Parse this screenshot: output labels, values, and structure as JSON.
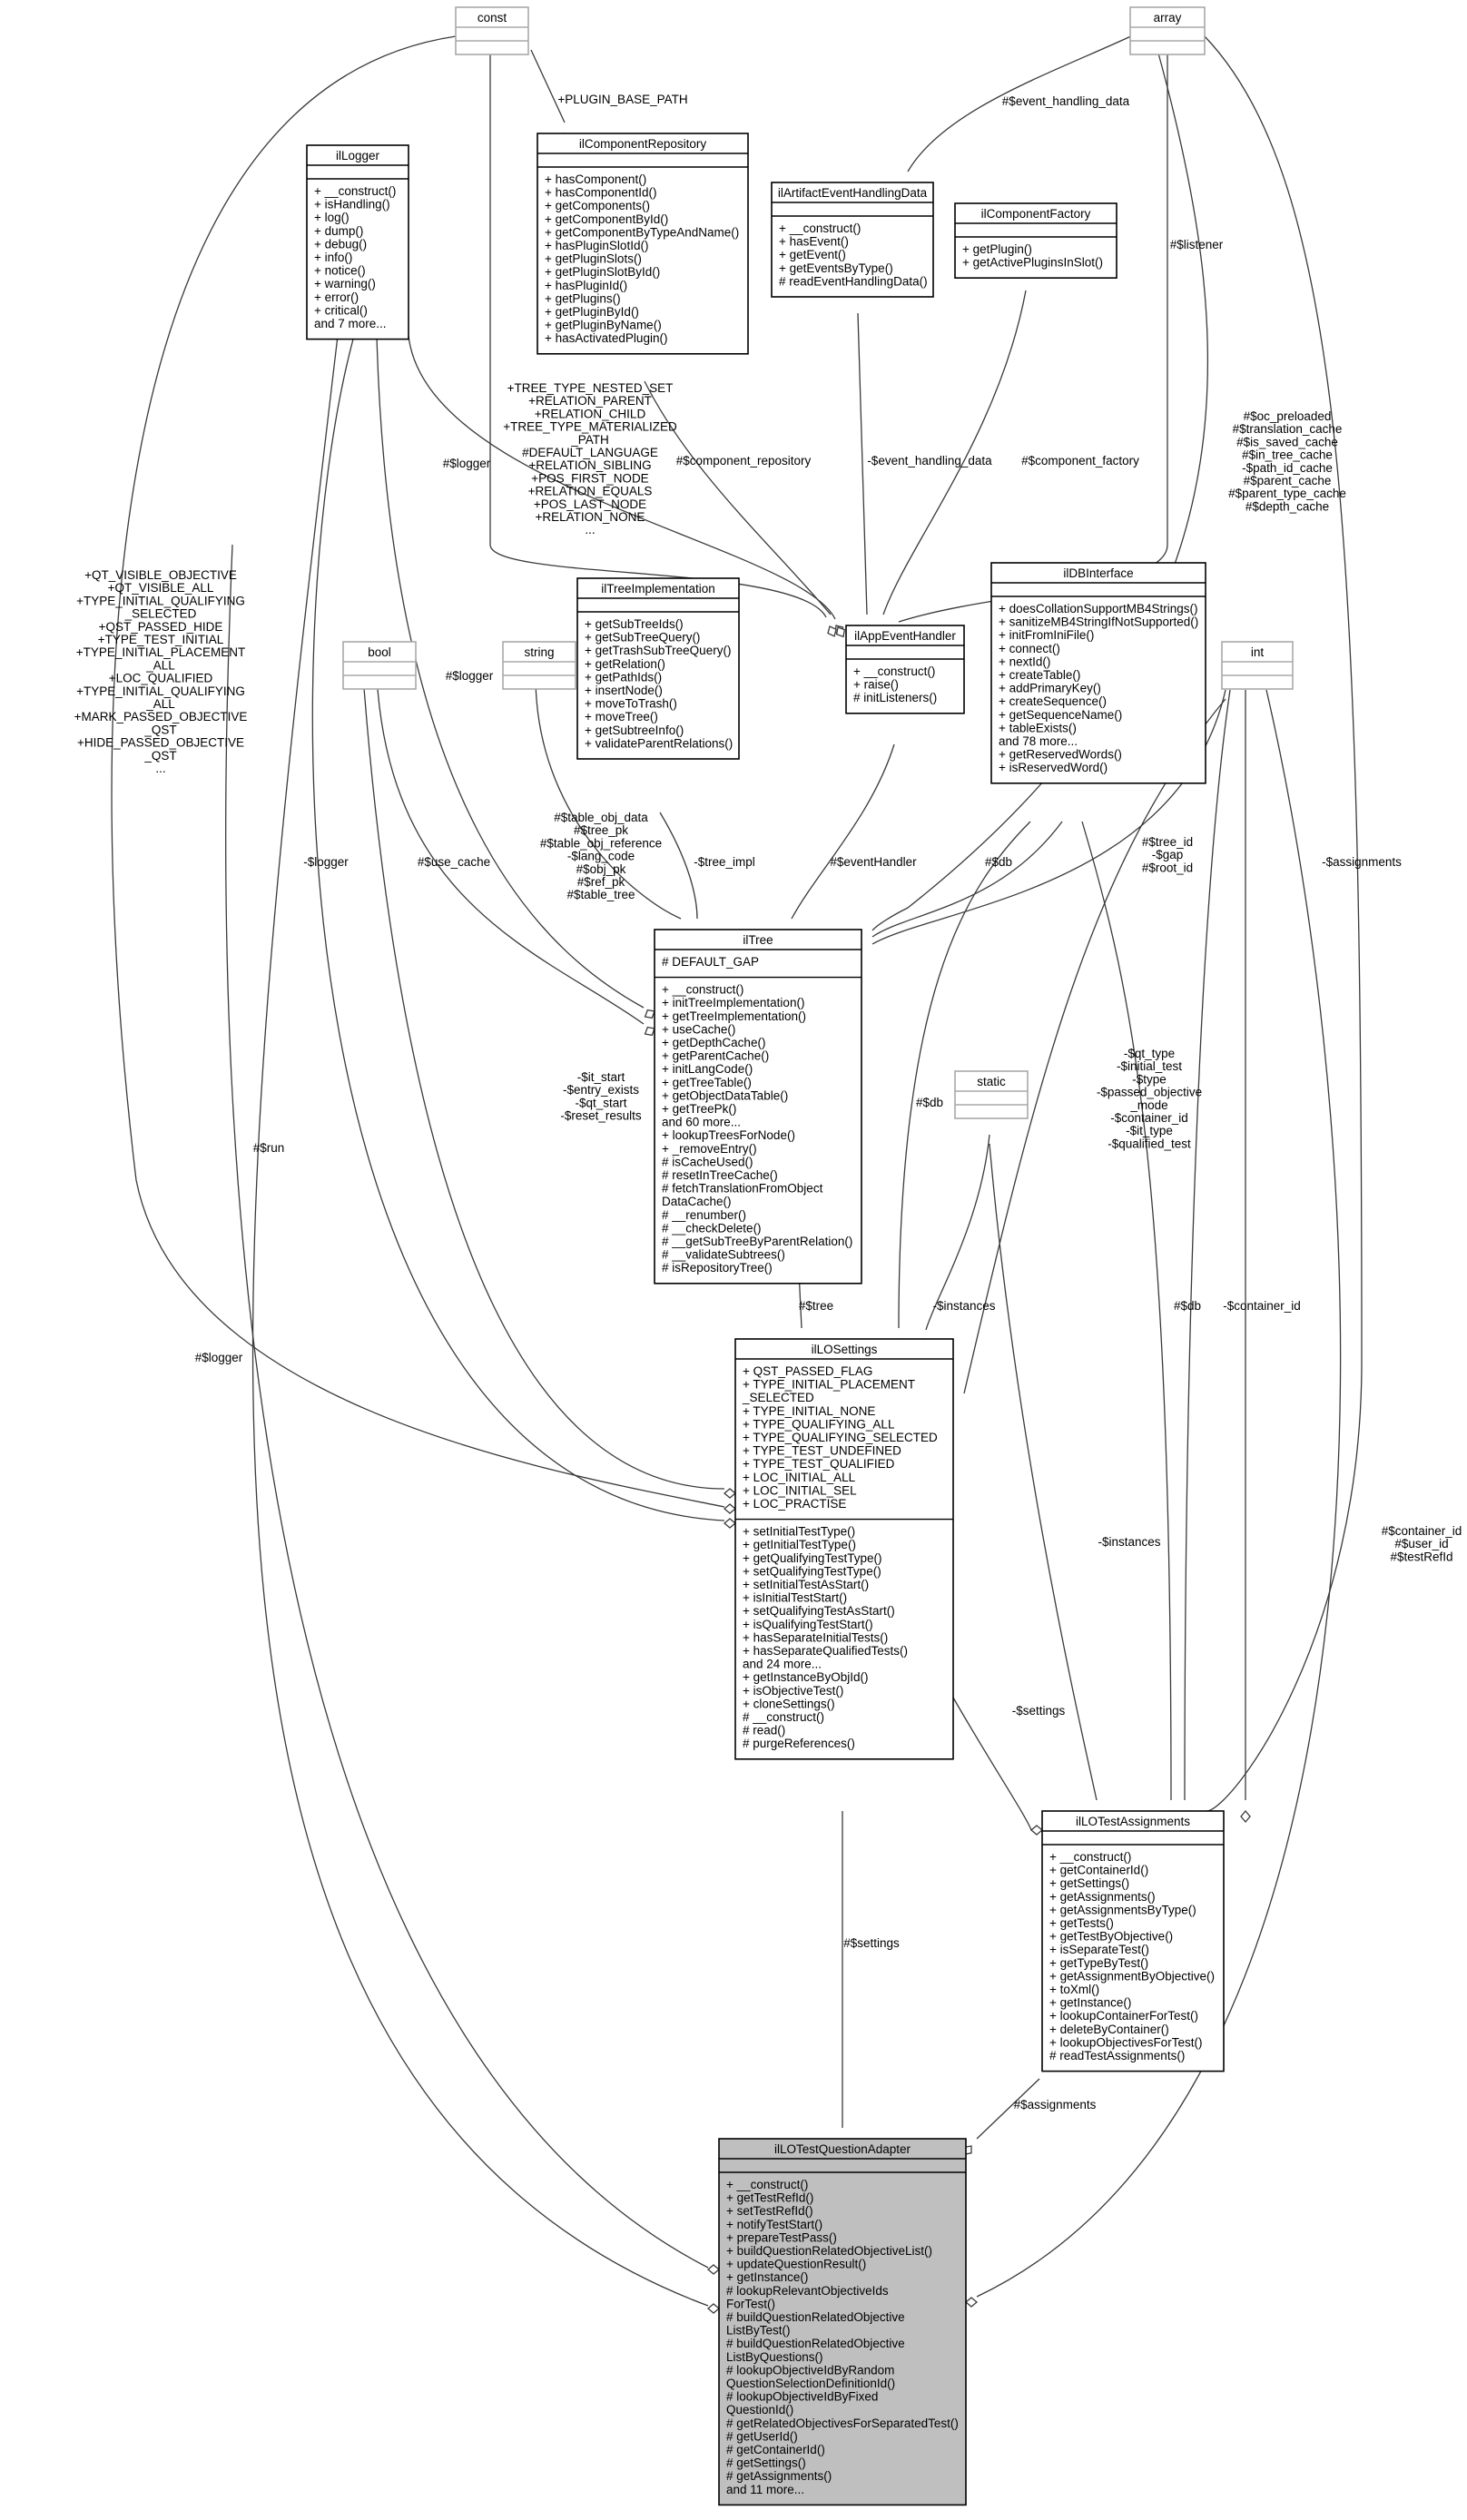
{
  "classes": {
    "const": {
      "name": "const",
      "attrs": [],
      "methods": []
    },
    "array": {
      "name": "array",
      "attrs": [],
      "methods": []
    },
    "bool": {
      "name": "bool",
      "attrs": [],
      "methods": []
    },
    "string": {
      "name": "string",
      "attrs": [],
      "methods": []
    },
    "int": {
      "name": "int",
      "attrs": [],
      "methods": []
    },
    "static": {
      "name": "static",
      "attrs": [],
      "methods": []
    },
    "ilLogger": {
      "name": "ilLogger",
      "attrs": [],
      "methods": [
        "+ __construct()",
        "+ isHandling()",
        "+ log()",
        "+ dump()",
        "+ debug()",
        "+ info()",
        "+ notice()",
        "+ warning()",
        "+ error()",
        "+ critical()",
        "and 7 more..."
      ]
    },
    "ilComponentRepository": {
      "name": "ilComponentRepository",
      "attrs": [],
      "methods": [
        "+ hasComponent()",
        "+ hasComponentId()",
        "+ getComponents()",
        "+ getComponentById()",
        "+ getComponentByTypeAndName()",
        "+ hasPluginSlotId()",
        "+ getPluginSlots()",
        "+ getPluginSlotById()",
        "+ hasPluginId()",
        "+ getPlugins()",
        "+ getPluginById()",
        "+ getPluginByName()",
        "+ hasActivatedPlugin()"
      ]
    },
    "ilArtifactEventHandlingData": {
      "name": "ilArtifactEventHandlingData",
      "attrs": [],
      "methods": [
        "+ __construct()",
        "+ hasEvent()",
        "+ getEvent()",
        "+ getEventsByType()",
        "# readEventHandlingData()"
      ]
    },
    "ilComponentFactory": {
      "name": "ilComponentFactory",
      "attrs": [],
      "methods": [
        "+ getPlugin()",
        "+ getActivePluginsInSlot()"
      ]
    },
    "ilTreeImplementation": {
      "name": "ilTreeImplementation",
      "attrs": [],
      "methods": [
        "+ getSubTreeIds()",
        "+ getSubTreeQuery()",
        "+ getTrashSubTreeQuery()",
        "+ getRelation()",
        "+ getPathIds()",
        "+ insertNode()",
        "+ moveToTrash()",
        "+ moveTree()",
        "+ getSubtreeInfo()",
        "+ validateParentRelations()"
      ]
    },
    "ilAppEventHandler": {
      "name": "ilAppEventHandler",
      "attrs": [],
      "methods": [
        "+ __construct()",
        "+ raise()",
        "# initListeners()"
      ]
    },
    "ilDBInterface": {
      "name": "ilDBInterface",
      "attrs": [],
      "methods": [
        "+ doesCollationSupportMB4Strings()",
        "+ sanitizeMB4StringIfNotSupported()",
        "+ initFromIniFile()",
        "+ connect()",
        "+ nextId()",
        "+ createTable()",
        "+ addPrimaryKey()",
        "+ createSequence()",
        "+ getSequenceName()",
        "+ tableExists()",
        "and 78 more...",
        "+ getReservedWords()",
        "+ isReservedWord()"
      ]
    },
    "ilTree": {
      "name": "ilTree",
      "attrs": [
        "# DEFAULT_GAP"
      ],
      "methods": [
        "+ __construct()",
        "+ initTreeImplementation()",
        "+ getTreeImplementation()",
        "+ useCache()",
        "+ getDepthCache()",
        "+ getParentCache()",
        "+ initLangCode()",
        "+ getTreeTable()",
        "+ getObjectDataTable()",
        "+ getTreePk()",
        "and 60 more...",
        "+ lookupTreesForNode()",
        "+ _removeEntry()",
        "# isCacheUsed()",
        "# resetInTreeCache()",
        "# fetchTranslationFromObject",
        "DataCache()",
        "# __renumber()",
        "# __checkDelete()",
        "# __getSubTreeByParentRelation()",
        "# __validateSubtrees()",
        "# isRepositoryTree()"
      ]
    },
    "ilLOSettings": {
      "name": "ilLOSettings",
      "attrs": [
        "+ QST_PASSED_FLAG",
        "+ TYPE_INITIAL_PLACEMENT",
        "_SELECTED",
        "+ TYPE_INITIAL_NONE",
        "+ TYPE_QUALIFYING_ALL",
        "+ TYPE_QUALIFYING_SELECTED",
        "+ TYPE_TEST_UNDEFINED",
        "+ TYPE_TEST_QUALIFIED",
        "+ LOC_INITIAL_ALL",
        "+ LOC_INITIAL_SEL",
        "+ LOC_PRACTISE"
      ],
      "methods": [
        "+ setInitialTestType()",
        "+ getInitialTestType()",
        "+ getQualifyingTestType()",
        "+ setQualifyingTestType()",
        "+ setInitialTestAsStart()",
        "+ isInitialTestStart()",
        "+ setQualifyingTestAsStart()",
        "+ isQualifyingTestStart()",
        "+ hasSeparateInitialTests()",
        "+ hasSeparateQualifiedTests()",
        "and 24 more...",
        "+ getInstanceByObjId()",
        "+ isObjectiveTest()",
        "+ cloneSettings()",
        "# __construct()",
        "# read()",
        "# purgeReferences()"
      ]
    },
    "ilLOTestAssignments": {
      "name": "ilLOTestAssignments",
      "attrs": [],
      "methods": [
        "+ __construct()",
        "+ getContainerId()",
        "+ getSettings()",
        "+ getAssignments()",
        "+ getAssignmentsByType()",
        "+ getTests()",
        "+ getTestByObjective()",
        "+ isSeparateTest()",
        "+ getTypeByTest()",
        "+ getAssignmentByObjective()",
        "+ toXml()",
        "+ getInstance()",
        "+ lookupContainerForTest()",
        "+ deleteByContainer()",
        "+ lookupObjectivesForTest()",
        "# readTestAssignments()"
      ]
    },
    "ilLOTestQuestionAdapter": {
      "name": "ilLOTestQuestionAdapter",
      "attrs": [],
      "methods": [
        "+ __construct()",
        "+ getTestRefId()",
        "+ setTestRefId()",
        "+ notifyTestStart()",
        "+ prepareTestPass()",
        "+ buildQuestionRelatedObjectiveList()",
        "+ updateQuestionResult()",
        "+ getInstance()",
        "# lookupRelevantObjectiveIds",
        "ForTest()",
        "# buildQuestionRelatedObjective",
        "ListByTest()",
        "# buildQuestionRelatedObjective",
        "ListByQuestions()",
        "# lookupObjectiveIdByRandom",
        "QuestionSelectionDefinitionId()",
        "# lookupObjectiveIdByFixed",
        "QuestionId()",
        "# getRelatedObjectivesForSeparatedTest()",
        "# getUserId()",
        "# getContainerId()",
        "# getSettings()",
        "# getAssignments()",
        "and 11 more..."
      ]
    }
  },
  "edge_labels": {
    "plugin_base_path": [
      "+PLUGIN_BASE_PATH"
    ],
    "event_handling_data_array": [
      "#$event_handling_data"
    ],
    "listener": [
      "#$listener"
    ],
    "tree_consts": [
      "+TREE_TYPE_NESTED_SET",
      "+RELATION_PARENT",
      "+RELATION_CHILD",
      "+TREE_TYPE_MATERIALIZED",
      "_PATH",
      "#DEFAULT_LANGUAGE",
      "+RELATION_SIBLING",
      "+POS_FIRST_NODE",
      "+RELATION_EQUALS",
      "+POS_LAST_NODE",
      "+RELATION_NONE",
      "..."
    ],
    "logger_tree": [
      "#$logger"
    ],
    "component_repository": [
      "#$component_repository"
    ],
    "event_handling_data": [
      "-$event_handling_data"
    ],
    "component_factory": [
      "#$component_factory"
    ],
    "tree_arrays": [
      "#$oc_preloaded",
      "#$translation_cache",
      "#$is_saved_cache",
      "#$in_tree_cache",
      "-$path_id_cache",
      "#$parent_cache",
      "#$parent_type_cache",
      "#$depth_cache"
    ],
    "settings_consts": [
      "+QT_VISIBLE_OBJECTIVE",
      "+QT_VISIBLE_ALL",
      "+TYPE_INITIAL_QUALIFYING",
      "_SELECTED",
      "+QST_PASSED_HIDE",
      "+TYPE_TEST_INITIAL",
      "+TYPE_INITIAL_PLACEMENT",
      "_ALL",
      "+LOC_QUALIFIED",
      "+TYPE_INITIAL_QUALIFYING",
      "_ALL",
      "+MARK_PASSED_OBJECTIVE",
      "_QST",
      "+HIDE_PASSED_OBJECTIVE",
      "_QST",
      "..."
    ],
    "logger_settings": [
      "-$logger"
    ],
    "logger_tree2": [
      "#$logger"
    ],
    "use_cache": [
      "#$use_cache"
    ],
    "tree_strings": [
      "#$table_obj_data",
      "#$tree_pk",
      "#$table_obj_reference",
      "-$lang_code",
      "#$obj_pk",
      "#$ref_pk",
      "#$table_tree"
    ],
    "tree_impl": [
      "-$tree_impl"
    ],
    "event_handler": [
      "#$eventHandler"
    ],
    "db_tree": [
      "#$db"
    ],
    "tree_ints": [
      "#$tree_id",
      "-$gap",
      "#$root_id"
    ],
    "assignments_array": [
      "-$assignments"
    ],
    "settings_bools": [
      "-$it_start",
      "-$entry_exists",
      "-$qt_start",
      "-$reset_results"
    ],
    "db_settings": [
      "#$db"
    ],
    "run": [
      "#$run"
    ],
    "assign_ints": [
      "-$qt_type",
      "-$initial_test",
      "-$type",
      "-$passed_objective",
      "_mode",
      "-$container_id",
      "-$it_type",
      "-$qualified_test"
    ],
    "tree": [
      "#$tree"
    ],
    "instances_settings": [
      "-$instances"
    ],
    "db_assign": [
      "#$db"
    ],
    "container_id": [
      "-$container_id"
    ],
    "logger_adapter": [
      "#$logger"
    ],
    "adapter_ints": [
      "#$container_id",
      "#$user_id",
      "#$testRefId"
    ],
    "instances_assign": [
      "-$instances"
    ],
    "settings_assign": [
      "-$settings"
    ],
    "settings_adapter": [
      "#$settings"
    ],
    "assignments_adapter": [
      "#$assignments"
    ]
  }
}
